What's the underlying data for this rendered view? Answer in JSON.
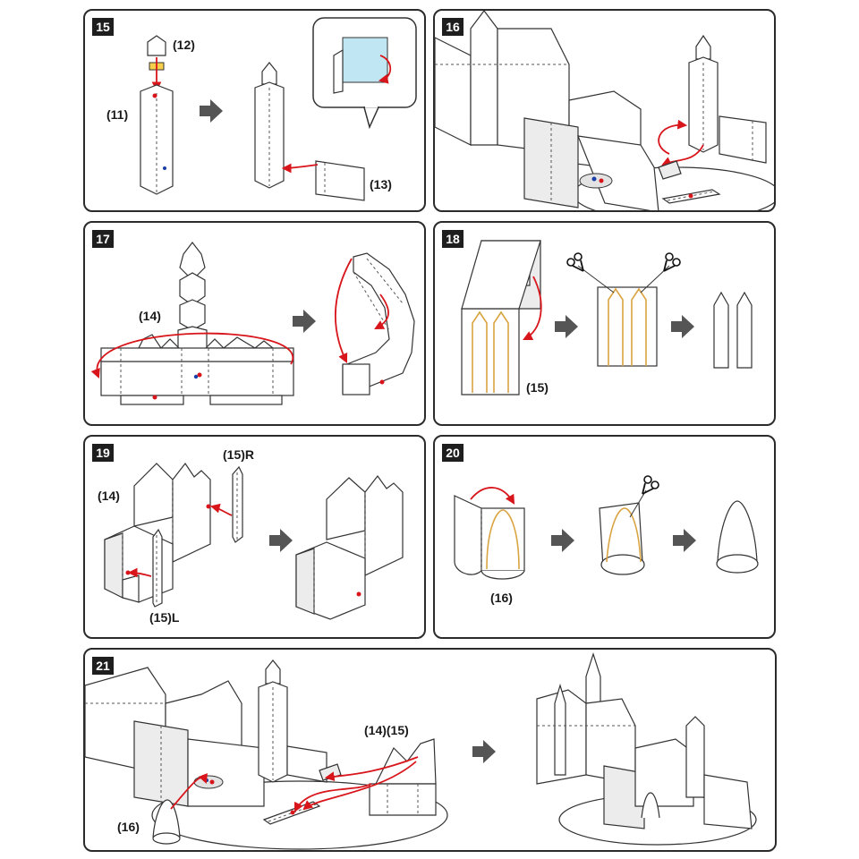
{
  "steps": [
    {
      "number": "15",
      "labels": {
        "a": "(12)",
        "b": "(11)",
        "c": "(13)"
      }
    },
    {
      "number": "16"
    },
    {
      "number": "17",
      "labels": {
        "a": "(14)"
      }
    },
    {
      "number": "18",
      "labels": {
        "a": "(15)"
      }
    },
    {
      "number": "19",
      "labels": {
        "a": "(15)R",
        "b": "(14)",
        "c": "(15)L"
      }
    },
    {
      "number": "20",
      "labels": {
        "a": "(16)"
      }
    },
    {
      "number": "21",
      "labels": {
        "a": "(14)(15)",
        "b": "(16)"
      }
    }
  ],
  "colors": {
    "accent": "#d8151b",
    "fold_line": "#d9a441",
    "frame": "#2b2b2b"
  },
  "icons": [
    "next-step-arrow-icon",
    "scissors-icon"
  ]
}
